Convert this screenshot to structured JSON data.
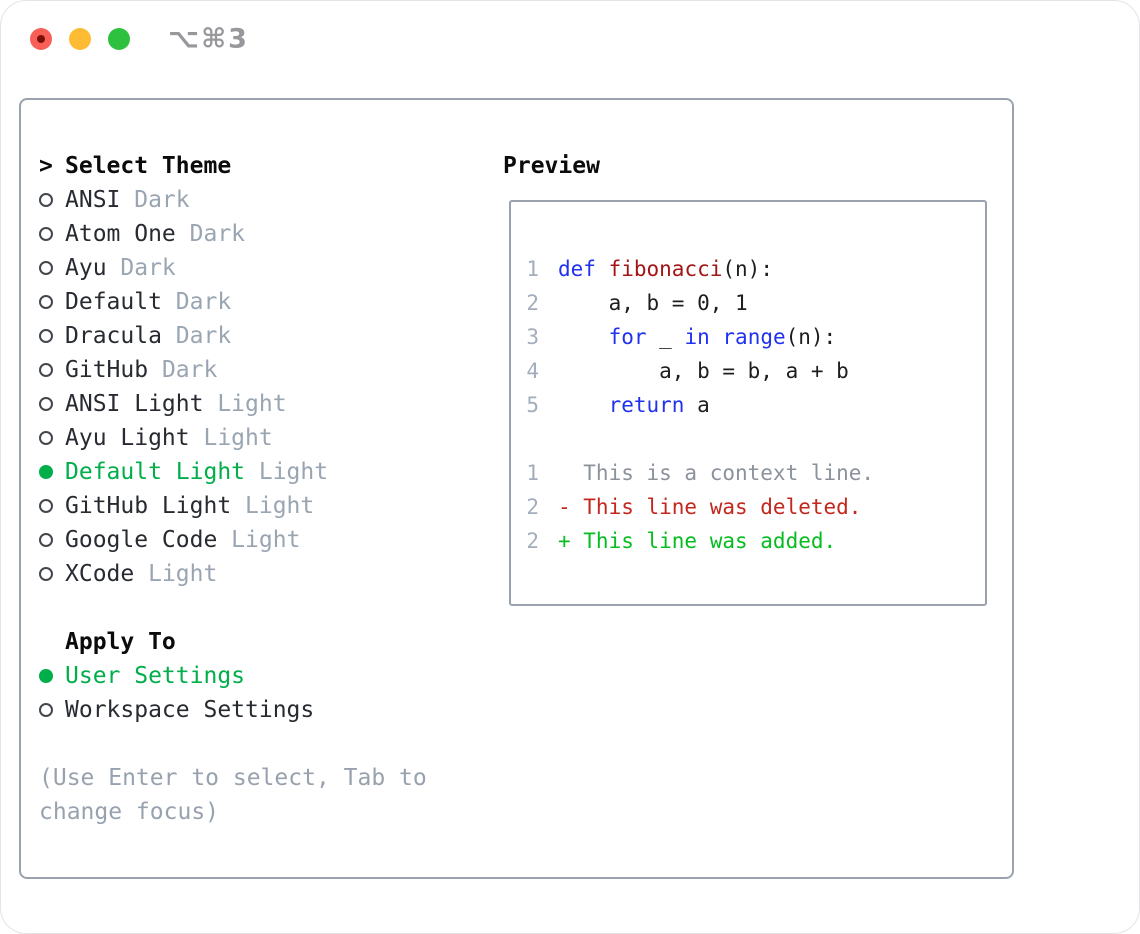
{
  "window": {
    "shortcut_label": "⌥⌘3",
    "traffic_lights": [
      {
        "name": "close-button",
        "color": "#f86057",
        "inner_dot": "#7a0f0a"
      },
      {
        "name": "minimize-button",
        "color": "#fdbc33",
        "inner_dot": null
      },
      {
        "name": "zoom-button",
        "color": "#2ec03f",
        "inner_dot": null
      }
    ]
  },
  "theme_selector": {
    "title_prefix": ">",
    "title": "Select Theme",
    "items": [
      {
        "name": "ANSI",
        "variant": "Dark",
        "selected": false
      },
      {
        "name": "Atom One",
        "variant": "Dark",
        "selected": false
      },
      {
        "name": "Ayu",
        "variant": "Dark",
        "selected": false
      },
      {
        "name": "Default",
        "variant": "Dark",
        "selected": false
      },
      {
        "name": "Dracula",
        "variant": "Dark",
        "selected": false
      },
      {
        "name": "GitHub",
        "variant": "Dark",
        "selected": false
      },
      {
        "name": "ANSI Light",
        "variant": "Light",
        "selected": false
      },
      {
        "name": "Ayu Light",
        "variant": "Light",
        "selected": false
      },
      {
        "name": "Default Light",
        "variant": "Light",
        "selected": true
      },
      {
        "name": "GitHub Light",
        "variant": "Light",
        "selected": false
      },
      {
        "name": "Google Code",
        "variant": "Light",
        "selected": false
      },
      {
        "name": "XCode",
        "variant": "Light",
        "selected": false
      }
    ]
  },
  "apply_to": {
    "title": "Apply To",
    "items": [
      {
        "label": "User Settings",
        "selected": true
      },
      {
        "label": "Workspace Settings",
        "selected": false
      }
    ]
  },
  "help_lines": [
    "(Use Enter to select, Tab to",
    "change focus)"
  ],
  "preview": {
    "title": "Preview",
    "code_lines": [
      {
        "num": "1",
        "segments": [
          {
            "t": "def",
            "c": "kw"
          },
          {
            "t": " ",
            "c": "pl"
          },
          {
            "t": "fibonacci",
            "c": "fn"
          },
          {
            "t": "(n):",
            "c": "pl"
          }
        ]
      },
      {
        "num": "2",
        "segments": [
          {
            "t": "    a, b = 0, 1",
            "c": "pl"
          }
        ]
      },
      {
        "num": "3",
        "segments": [
          {
            "t": "    ",
            "c": "pl"
          },
          {
            "t": "for",
            "c": "kw"
          },
          {
            "t": " _ ",
            "c": "pl"
          },
          {
            "t": "in",
            "c": "kw"
          },
          {
            "t": " ",
            "c": "pl"
          },
          {
            "t": "range",
            "c": "kw"
          },
          {
            "t": "(n):",
            "c": "pl"
          }
        ]
      },
      {
        "num": "4",
        "segments": [
          {
            "t": "        a, b = b, a + b",
            "c": "pl"
          }
        ]
      },
      {
        "num": "5",
        "segments": [
          {
            "t": "    ",
            "c": "pl"
          },
          {
            "t": "return",
            "c": "kw"
          },
          {
            "t": " a",
            "c": "pl"
          }
        ]
      },
      {
        "num": "",
        "segments": []
      },
      {
        "num": "1",
        "segments": [
          {
            "t": "  This is a context line.",
            "c": "ctx"
          }
        ]
      },
      {
        "num": "2",
        "segments": [
          {
            "t": "- This line was deleted.",
            "c": "del"
          }
        ]
      },
      {
        "num": "2",
        "segments": [
          {
            "t": "+ This line was added.",
            "c": "add"
          }
        ]
      }
    ]
  },
  "colors": {
    "select-green": "#00ae4a",
    "kw": "#2031f0",
    "fn": "#a31515",
    "del": "#c3271d",
    "add": "#06bd21",
    "ctx": "#8b929b",
    "lineno": "#a3adbb",
    "border": "#9aa3ad",
    "shortcut": "#97979c"
  }
}
